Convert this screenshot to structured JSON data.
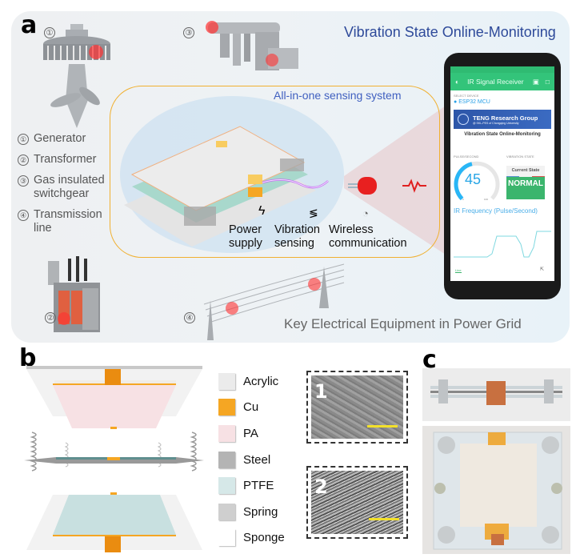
{
  "panels": {
    "a": {
      "letter": "a",
      "top_title": "Vibration State Online-Monitoring",
      "bottom_caption": "Key Electrical Equipment in Power Grid",
      "equipment_markers": [
        "①",
        "②",
        "③",
        "④"
      ],
      "equipment_list": [
        {
          "num": "①",
          "label": "Generator"
        },
        {
          "num": "②",
          "label": "Transformer"
        },
        {
          "num": "③",
          "label": "Gas insulated switchgear"
        },
        {
          "num": "④",
          "label": "Transmission line"
        }
      ],
      "sensing_system": {
        "title": "All-in-one sensing system",
        "functions": [
          {
            "icon": "lightning-bolt-icon",
            "label": "Power supply"
          },
          {
            "icon": "vibration-icon",
            "label": "Vibration sensing"
          },
          {
            "icon": "wireless-signal-icon",
            "label": "Wireless communication"
          }
        ]
      },
      "phone_app": {
        "app_title": "IR Signal Receiver",
        "select_device_label": "SELECT DEVICE",
        "device": "ESP32 MCU",
        "banner_title": "TENG Research Group",
        "banner_subtitle": "@ SKL-PES of Chongqing University",
        "page_heading": "Vibration State Online-Monitoring",
        "gauge_label": "PULSE/SECOND",
        "gauge_value": "45",
        "gauge_min": "0",
        "gauge_max": "100",
        "gauge_fraction": 0.45,
        "state_label": "VIBRATION STATE",
        "current_state_title": "Current State",
        "current_state_value": "NORMAL",
        "chart_title": "IR Frequency (Pulse/Second)",
        "chart_tab": "Line",
        "colors": {
          "appbar": "#33c47a",
          "gauge": "#29b6f6",
          "normal": "#3bb56d",
          "accent_blue": "#5b8fd0",
          "accent_red": "#d9534f"
        }
      }
    },
    "b": {
      "letter": "b",
      "materials": [
        {
          "label": "Acrylic",
          "color": "#ebebeb"
        },
        {
          "label": "Cu",
          "color": "#f5a623"
        },
        {
          "label": "PA",
          "color": "#f7e1e4"
        },
        {
          "label": "Steel",
          "color": "#b4b4b4"
        },
        {
          "label": "PTFE",
          "color": "#d6e8e8"
        },
        {
          "label": "Spring",
          "color": "#cfcfcf"
        },
        {
          "label": "Sponge",
          "color": "#ffffff"
        }
      ],
      "sem_images": [
        {
          "label": "1"
        },
        {
          "label": "2"
        }
      ]
    },
    "c": {
      "letter": "c"
    }
  }
}
